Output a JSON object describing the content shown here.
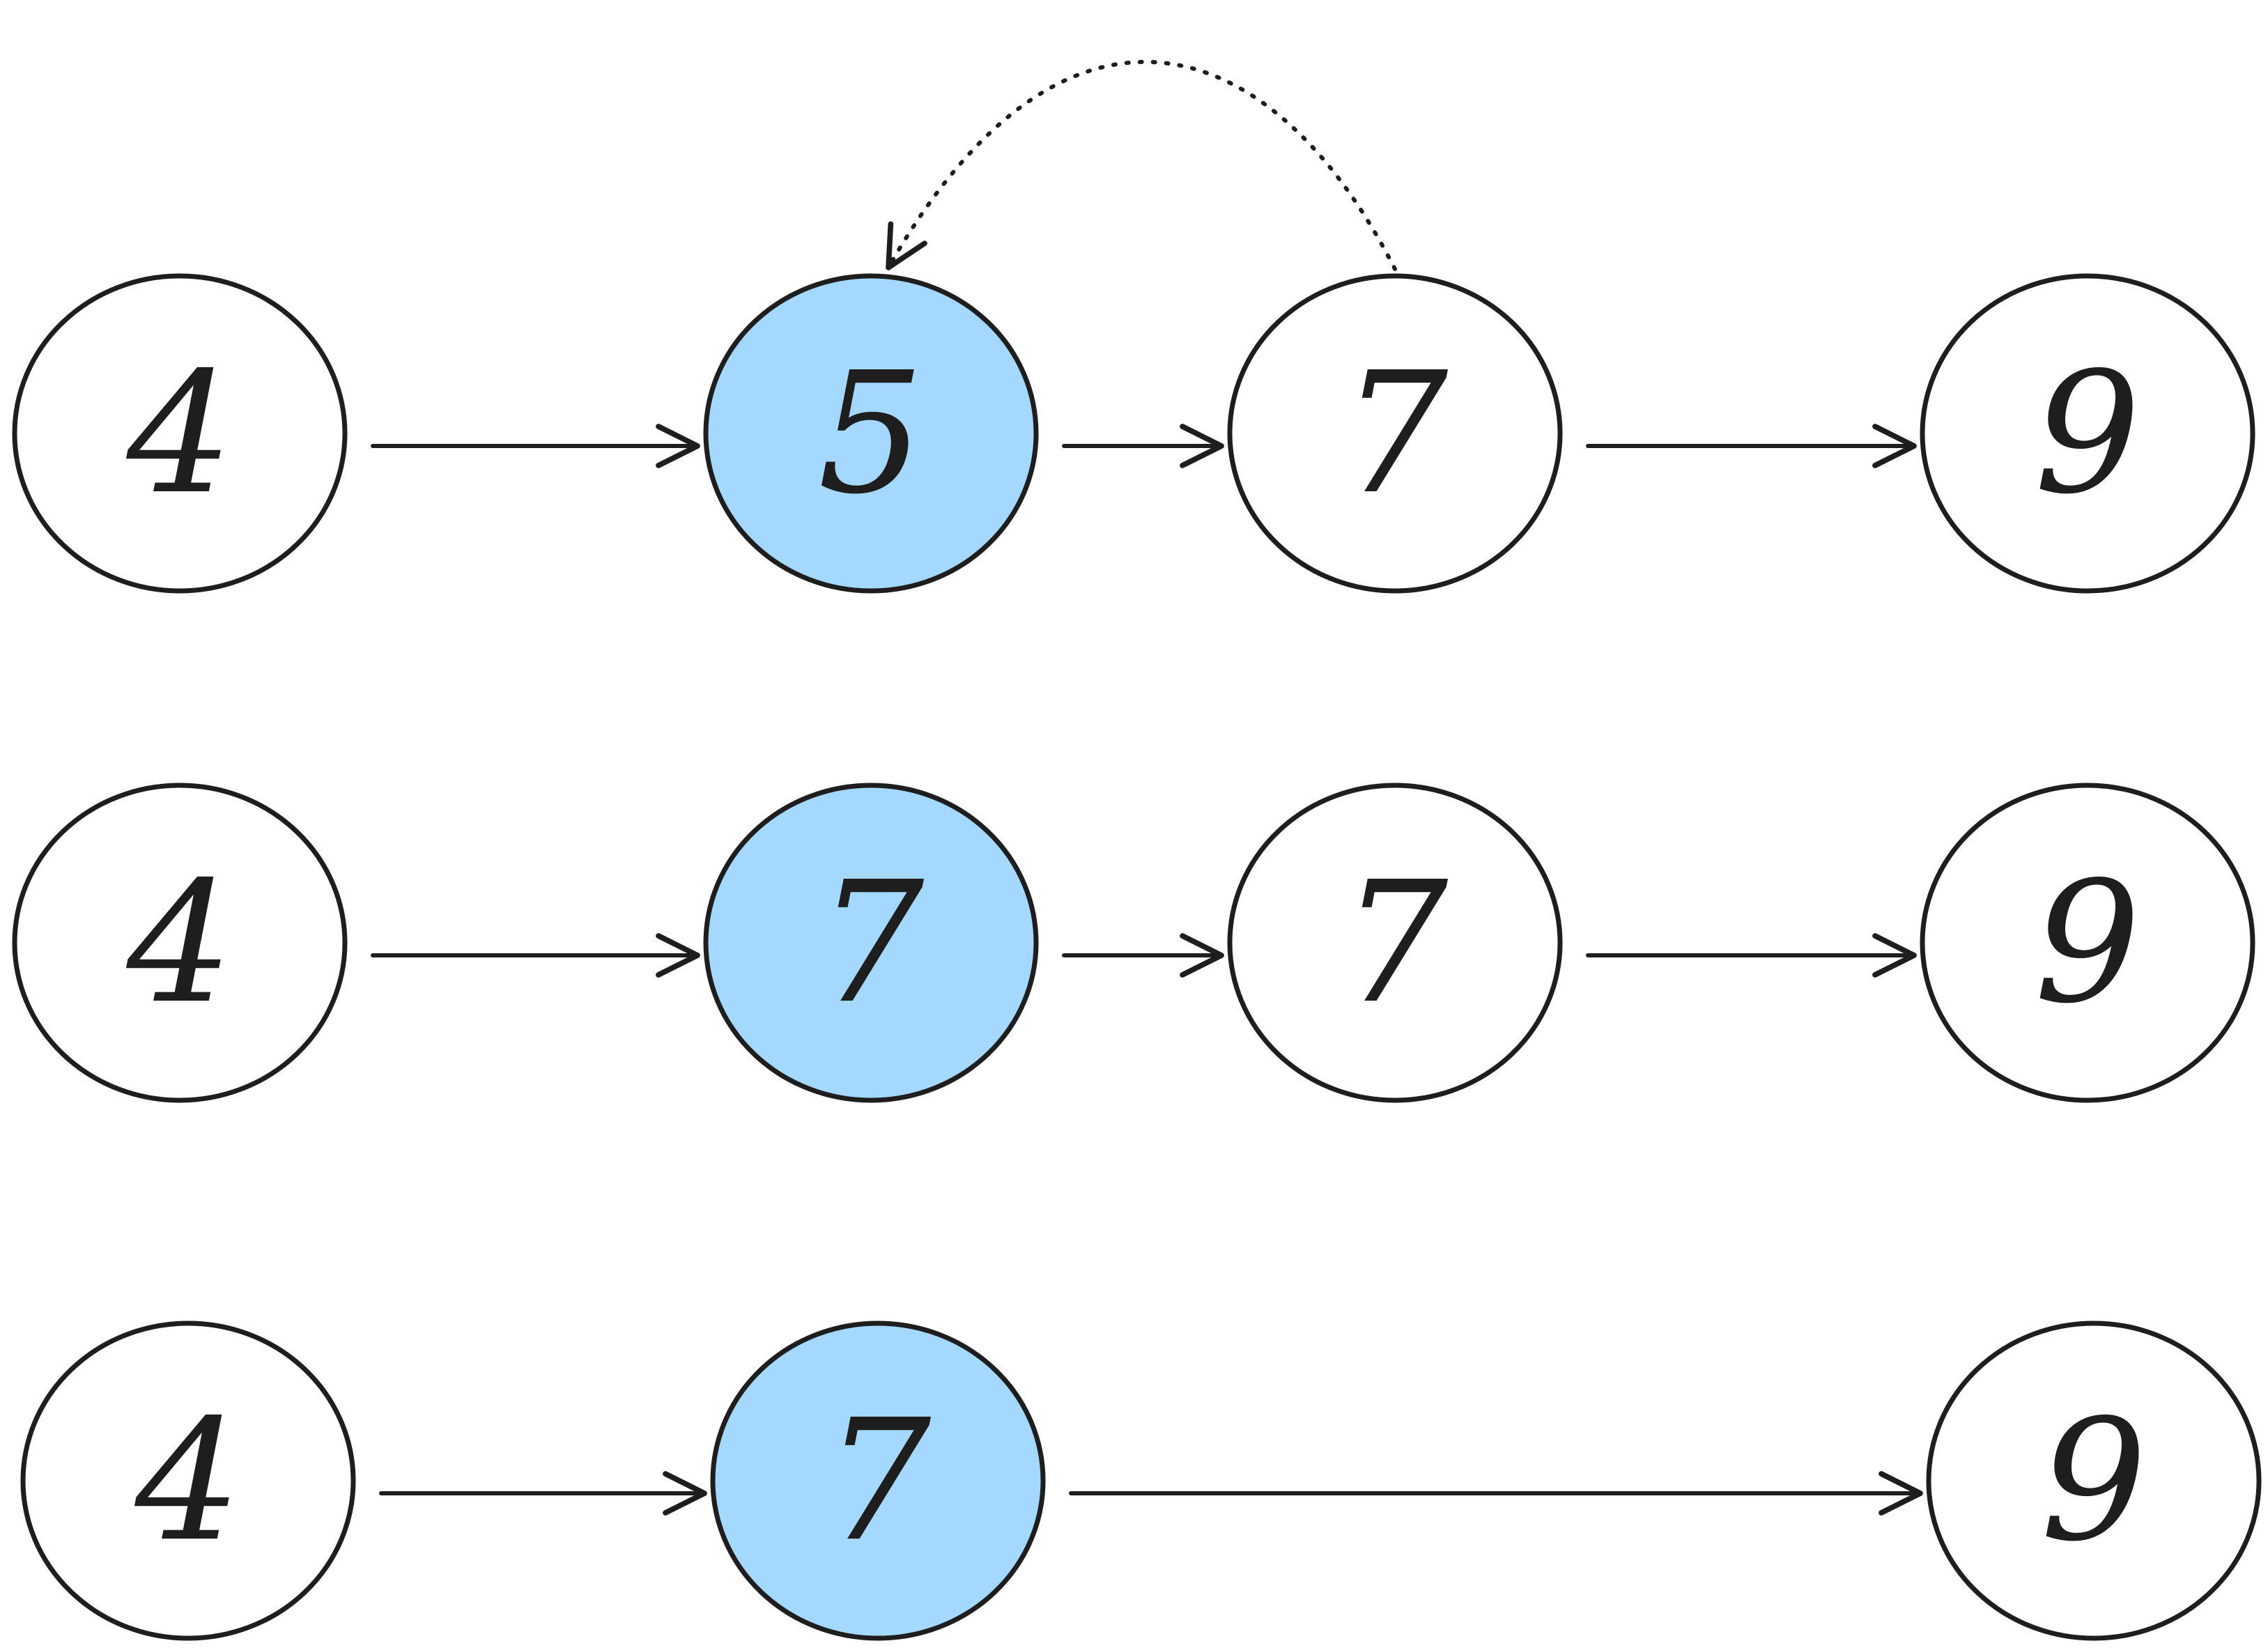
{
  "colors": {
    "stroke": "#1e1e1e",
    "node_fill": "#ffffff",
    "highlight_fill": "#a5d8ff",
    "background": "#ffffff"
  },
  "rows": [
    {
      "nodes": [
        {
          "label": "4",
          "highlighted": false
        },
        {
          "label": "5",
          "highlighted": true
        },
        {
          "label": "7",
          "highlighted": false
        },
        {
          "label": "9",
          "highlighted": false
        }
      ],
      "edges": [
        [
          0,
          1
        ],
        [
          1,
          2
        ],
        [
          2,
          3
        ]
      ],
      "dotted_edges": [
        [
          2,
          1
        ]
      ]
    },
    {
      "nodes": [
        {
          "label": "4",
          "highlighted": false
        },
        {
          "label": "7",
          "highlighted": true
        },
        {
          "label": "7",
          "highlighted": false
        },
        {
          "label": "9",
          "highlighted": false
        }
      ],
      "edges": [
        [
          0,
          1
        ],
        [
          1,
          2
        ],
        [
          2,
          3
        ]
      ],
      "dotted_edges": []
    },
    {
      "nodes": [
        {
          "label": "4",
          "highlighted": false
        },
        {
          "label": "7",
          "highlighted": true
        },
        {
          "label": "9",
          "highlighted": false
        }
      ],
      "edges": [
        [
          0,
          1
        ],
        [
          1,
          2
        ]
      ],
      "dotted_edges": []
    }
  ]
}
